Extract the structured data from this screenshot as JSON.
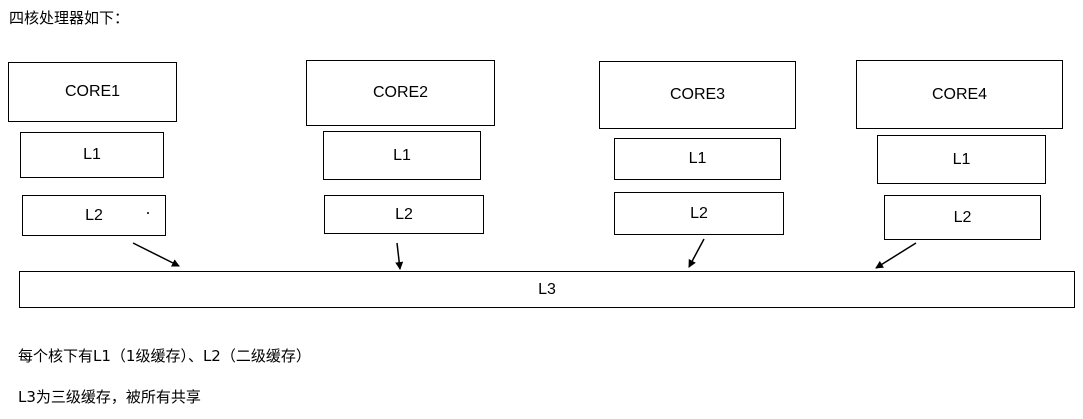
{
  "intro_text": "四核处理器如下：",
  "cores": [
    {
      "core_label": "CORE1",
      "l1_label": "L1",
      "l2_label": "L2"
    },
    {
      "core_label": "CORE2",
      "l1_label": "L1",
      "l2_label": "L2"
    },
    {
      "core_label": "CORE3",
      "l1_label": "L1",
      "l2_label": "L2"
    },
    {
      "core_label": "CORE4",
      "l1_label": "L1",
      "l2_label": "L2"
    }
  ],
  "l3_label": "L3",
  "notes": [
    "每个核下有L1（1级缓存）、L2（二级缓存）",
    "L3为三级缓存，被所有共享"
  ]
}
